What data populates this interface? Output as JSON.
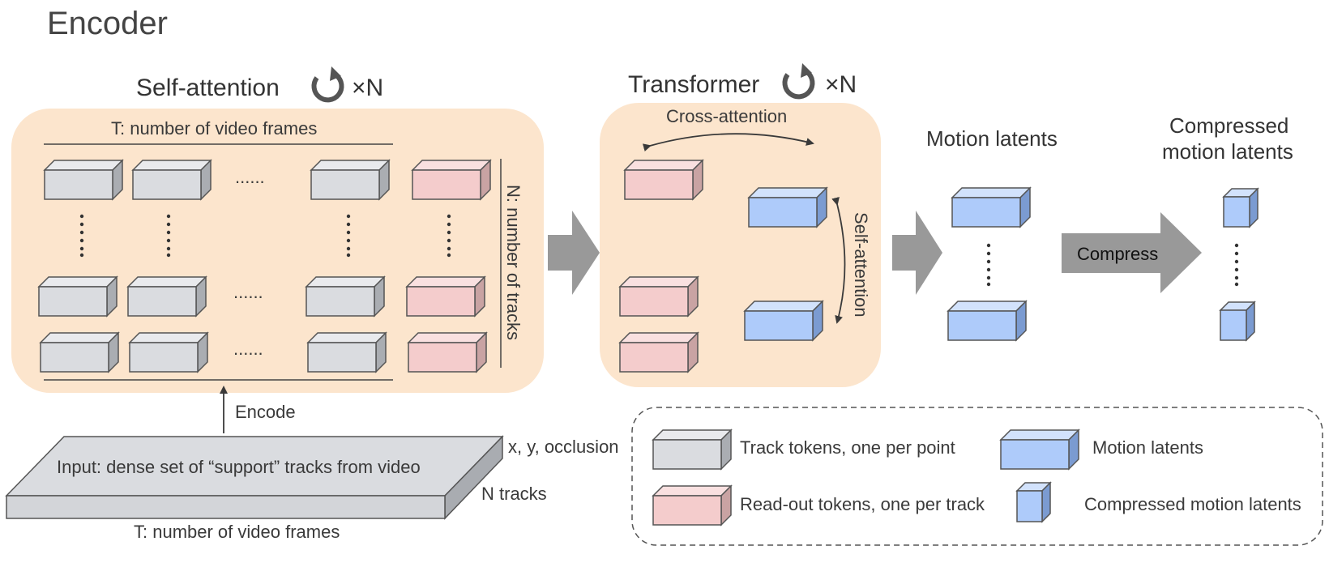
{
  "title": "Encoder",
  "self_attention_heading": "Self-attention",
  "repeat_label": "×N",
  "transformer_heading": "Transformer",
  "t_frames_label": "T: number of video frames",
  "n_tracks_label": "N: number of tracks",
  "ellipsis": "......",
  "cross_attention_label": "Cross-attention",
  "self_attention_side_label": "Self-attention",
  "motion_latents_heading": "Motion latents",
  "compressed_heading_line1": "Compressed",
  "compressed_heading_line2": "motion latents",
  "compress_label": "Compress",
  "encode_label": "Encode",
  "input_label": "Input: dense set of “support” tracks from video",
  "input_depth_label": "x, y, occlusion",
  "input_n_label": "N tracks",
  "input_t_label": "T: number of video frames",
  "legend": {
    "track_tokens": "Track tokens, one per point",
    "readout_tokens": "Read-out tokens, one per track",
    "motion_latents": "Motion latents",
    "compressed_latents": "Compressed motion latents"
  },
  "colors": {
    "panel": "#fce5cd",
    "track_token": "#dadce0",
    "readout_token": "#f4cccc",
    "latent": "#aecbfa",
    "arrow": "#999999"
  }
}
